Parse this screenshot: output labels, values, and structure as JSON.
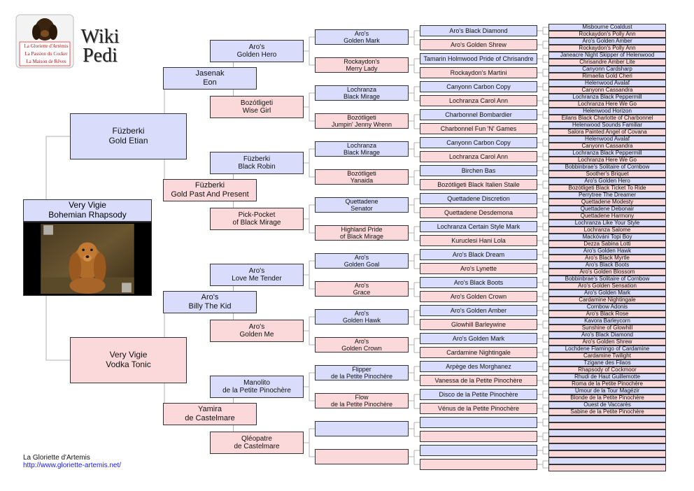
{
  "subject": {
    "line1": "Very Vigie",
    "line2": "Bohemian Rhapsody"
  },
  "logo": {
    "seal_lines": [
      "La Gloriette d'Artémis",
      "La Passion du Cocker",
      "La Maison de Rêves"
    ],
    "wiki": "Wiki",
    "pedi": "Pedi"
  },
  "footer": {
    "name": "La Gloriette d'Artemis",
    "url": "http://www.gloriette-artemis.net/"
  },
  "colors": {
    "male": "#d9dcfb",
    "female": "#fbd8d9",
    "border": "#333333",
    "line": "#b0b0b0"
  },
  "icons": [
    "dog-photo"
  ],
  "pedigree": {
    "gen1": [
      {
        "sex": "m",
        "lines": [
          "Füzberki",
          "Gold Etian"
        ]
      },
      {
        "sex": "f",
        "lines": [
          "Very Vigie",
          "Vodka Tonic"
        ]
      }
    ],
    "gen2": [
      {
        "sex": "m",
        "lines": [
          "Jasenak",
          "Eon"
        ]
      },
      {
        "sex": "f",
        "lines": [
          "Füzberki",
          "Gold Past And Present"
        ]
      },
      {
        "sex": "m",
        "lines": [
          "Aro's",
          "Billy The Kid"
        ]
      },
      {
        "sex": "f",
        "lines": [
          "Yamira",
          "de Castelmare"
        ]
      }
    ],
    "gen3": [
      {
        "sex": "m",
        "lines": [
          "Aro's",
          "Golden Hero"
        ]
      },
      {
        "sex": "f",
        "lines": [
          "Bozótligeti",
          "Wise Girl"
        ]
      },
      {
        "sex": "m",
        "lines": [
          "Füzberki",
          "Black Robin"
        ]
      },
      {
        "sex": "f",
        "lines": [
          "Pick-Pocket",
          "of Black Mirage"
        ]
      },
      {
        "sex": "m",
        "lines": [
          "Aro's",
          "Love Me Tender"
        ]
      },
      {
        "sex": "f",
        "lines": [
          "Aro's",
          "Golden Me"
        ]
      },
      {
        "sex": "m",
        "lines": [
          "Manolito",
          "de la Petite Pinochère"
        ]
      },
      {
        "sex": "f",
        "lines": [
          "Qléopatre",
          "de Castelmare"
        ]
      }
    ],
    "gen4": [
      {
        "sex": "m",
        "lines": [
          "Aro's",
          "Golden Mark"
        ]
      },
      {
        "sex": "f",
        "lines": [
          "Rockaydon's",
          "Merry Lady"
        ]
      },
      {
        "sex": "m",
        "lines": [
          "Lochranza",
          "Black Mirage"
        ]
      },
      {
        "sex": "f",
        "lines": [
          "Bozótligeti",
          "Jumpin' Jenny Wrenn"
        ]
      },
      {
        "sex": "m",
        "lines": [
          "Lochranza",
          "Black Mirage"
        ]
      },
      {
        "sex": "f",
        "lines": [
          "Bozótligeti",
          "Yanaida"
        ]
      },
      {
        "sex": "m",
        "lines": [
          "Quettadene",
          "Senator"
        ]
      },
      {
        "sex": "f",
        "lines": [
          "Highland Pride",
          "of Black Mirage"
        ]
      },
      {
        "sex": "m",
        "lines": [
          "Aro's",
          "Golden Goal"
        ]
      },
      {
        "sex": "f",
        "lines": [
          "Aro's",
          "Grace"
        ]
      },
      {
        "sex": "m",
        "lines": [
          "Aro's",
          "Golden Hawk"
        ]
      },
      {
        "sex": "f",
        "lines": [
          "Aro's",
          "Golden Crown"
        ]
      },
      {
        "sex": "m",
        "lines": [
          "Flipper",
          "de la Petite Pinochère"
        ]
      },
      {
        "sex": "f",
        "lines": [
          "Flow",
          "de la Petite Pinochère"
        ]
      },
      {
        "sex": "m",
        "lines": []
      },
      {
        "sex": "f",
        "lines": []
      }
    ],
    "gen5": [
      {
        "sex": "m",
        "name": "Aro's Black Diamond"
      },
      {
        "sex": "f",
        "name": "Aro's Golden Shrew"
      },
      {
        "sex": "m",
        "name": "Tamarin Holmwood Pride of Chrisandre"
      },
      {
        "sex": "f",
        "name": "Rockaydon's Martini"
      },
      {
        "sex": "m",
        "name": "Canyonn Carbon Copy"
      },
      {
        "sex": "f",
        "name": "Lochranza Carol Ann"
      },
      {
        "sex": "m",
        "name": "Charbonnel Bombardier"
      },
      {
        "sex": "f",
        "name": "Charbonnel Fun 'N' Games"
      },
      {
        "sex": "m",
        "name": "Canyonn Carbon Copy"
      },
      {
        "sex": "f",
        "name": "Lochranza Carol Ann"
      },
      {
        "sex": "m",
        "name": "Birchen Bas"
      },
      {
        "sex": "f",
        "name": "Bozótligeti Black Italien Staile"
      },
      {
        "sex": "m",
        "name": "Quettadene Discretion"
      },
      {
        "sex": "f",
        "name": "Quettadene Desdemona"
      },
      {
        "sex": "m",
        "name": "Lochranza Certain Style Mark"
      },
      {
        "sex": "f",
        "name": "Kuruclesi Hani Lola"
      },
      {
        "sex": "m",
        "name": "Aro's Black Dream"
      },
      {
        "sex": "f",
        "name": "Aro's Lynette"
      },
      {
        "sex": "m",
        "name": "Aro's Black Boots"
      },
      {
        "sex": "f",
        "name": "Aro's Golden Crown"
      },
      {
        "sex": "m",
        "name": "Aro's Golden Amber"
      },
      {
        "sex": "f",
        "name": "Glowhill Barleywine"
      },
      {
        "sex": "m",
        "name": "Aro's Golden Mark"
      },
      {
        "sex": "f",
        "name": "Cardamine Nightingale"
      },
      {
        "sex": "m",
        "name": "Arpège des Morghanez"
      },
      {
        "sex": "f",
        "name": "Vanessa de la Petite Pinochère"
      },
      {
        "sex": "m",
        "name": "Disco de la Petite Pinochère"
      },
      {
        "sex": "f",
        "name": "Vénus de la Petite Pinochère"
      },
      {
        "sex": "m",
        "name": ""
      },
      {
        "sex": "f",
        "name": ""
      },
      {
        "sex": "m",
        "name": ""
      },
      {
        "sex": "f",
        "name": ""
      }
    ],
    "gen6": [
      {
        "sex": "m",
        "name": "Misbourne Coaldust"
      },
      {
        "sex": "f",
        "name": "Rockaydon's Polly Ann"
      },
      {
        "sex": "m",
        "name": "Aro's Golden Amber"
      },
      {
        "sex": "f",
        "name": "Rockaydon's Polly Ann"
      },
      {
        "sex": "m",
        "name": "Janeacre Night Skipper of Helenwood"
      },
      {
        "sex": "f",
        "name": "Chrisandre Amber Lite"
      },
      {
        "sex": "m",
        "name": "Canyonn Cardsharp"
      },
      {
        "sex": "f",
        "name": "Rimaelia Gold Cheri"
      },
      {
        "sex": "m",
        "name": "Helenwood Avalaf"
      },
      {
        "sex": "f",
        "name": "Canyonn Cassandra"
      },
      {
        "sex": "m",
        "name": "Lochranza Black Peppermill"
      },
      {
        "sex": "f",
        "name": "Lochranza Here We Go"
      },
      {
        "sex": "m",
        "name": "Helenwood Horizon"
      },
      {
        "sex": "f",
        "name": "Eilans Black Charlotte of Charbonnel"
      },
      {
        "sex": "m",
        "name": "Helenwood Sounds Familiar"
      },
      {
        "sex": "f",
        "name": "Salora Painted Angel of Covana"
      },
      {
        "sex": "m",
        "name": "Helenwood Avalaf"
      },
      {
        "sex": "f",
        "name": "Canyonn Cassandra"
      },
      {
        "sex": "m",
        "name": "Lochranza Black Peppermill"
      },
      {
        "sex": "f",
        "name": "Lochranza Here We Go"
      },
      {
        "sex": "m",
        "name": "Bobbinbrae's Solitaire of Cornbow"
      },
      {
        "sex": "f",
        "name": "Soother's Briquet"
      },
      {
        "sex": "m",
        "name": "Aro's Golden Hero"
      },
      {
        "sex": "f",
        "name": "Bozótligeti Black Ticket To Ride"
      },
      {
        "sex": "m",
        "name": "Perrytree The Dreamer"
      },
      {
        "sex": "f",
        "name": "Quettadene Modesty"
      },
      {
        "sex": "m",
        "name": "Quettadene Debonair"
      },
      {
        "sex": "f",
        "name": "Quettadene Harmony"
      },
      {
        "sex": "m",
        "name": "Lochranza Like Your Style"
      },
      {
        "sex": "f",
        "name": "Lochranza Salome"
      },
      {
        "sex": "m",
        "name": "Mackóváni Topi Boy"
      },
      {
        "sex": "f",
        "name": "Dezza Sabina Lotti"
      },
      {
        "sex": "m",
        "name": "Aro's Golden Hawk"
      },
      {
        "sex": "f",
        "name": "Aro's Black Myrtle"
      },
      {
        "sex": "m",
        "name": "Aro's Black Boots"
      },
      {
        "sex": "f",
        "name": "Aro's Golden Blossom"
      },
      {
        "sex": "m",
        "name": "Bobbinbrae's Solitaire of Cornbow"
      },
      {
        "sex": "f",
        "name": "Aro's Golden Sensation"
      },
      {
        "sex": "m",
        "name": "Aro's Golden Mark"
      },
      {
        "sex": "f",
        "name": "Cardamine Nightingale"
      },
      {
        "sex": "m",
        "name": "Cornbow Adonis"
      },
      {
        "sex": "f",
        "name": "Aro's Black Rose"
      },
      {
        "sex": "m",
        "name": "Kavora Barleycorn"
      },
      {
        "sex": "f",
        "name": "Sunshine of Glowhill"
      },
      {
        "sex": "m",
        "name": "Aro's Black Diamond"
      },
      {
        "sex": "f",
        "name": "Aro's Golden Shrew"
      },
      {
        "sex": "m",
        "name": "Lochdene Flamingo of Cardamine"
      },
      {
        "sex": "f",
        "name": "Cardamine Twilight"
      },
      {
        "sex": "m",
        "name": "Tzigane des Filaos"
      },
      {
        "sex": "f",
        "name": "Rhapsody of Cockmoor"
      },
      {
        "sex": "m",
        "name": "Rhudi de Haut Guillemotte"
      },
      {
        "sex": "f",
        "name": "Roma de la Petite Pinochère"
      },
      {
        "sex": "m",
        "name": "Umour de la Tour Magézir"
      },
      {
        "sex": "f",
        "name": "Blonde de la Petite Pinochère"
      },
      {
        "sex": "m",
        "name": "Ouest de Vaccarès"
      },
      {
        "sex": "f",
        "name": "Sabine de la Petite Pinochère"
      },
      {
        "sex": "m",
        "name": ""
      },
      {
        "sex": "f",
        "name": ""
      },
      {
        "sex": "m",
        "name": ""
      },
      {
        "sex": "f",
        "name": ""
      },
      {
        "sex": "m",
        "name": ""
      },
      {
        "sex": "f",
        "name": ""
      },
      {
        "sex": "m",
        "name": ""
      },
      {
        "sex": "f",
        "name": ""
      }
    ]
  }
}
